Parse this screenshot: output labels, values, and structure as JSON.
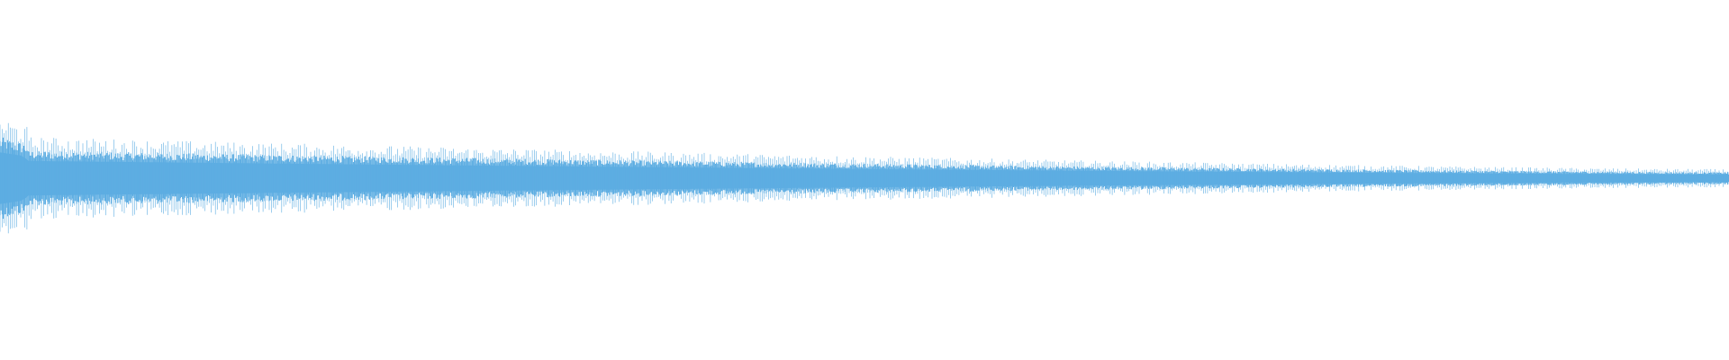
{
  "waveform": {
    "color": "#5dade2",
    "background": "#ffffff",
    "envelope": {
      "attack_peak": 0.48,
      "start_level": 0.32,
      "end_level": 0.07
    }
  }
}
